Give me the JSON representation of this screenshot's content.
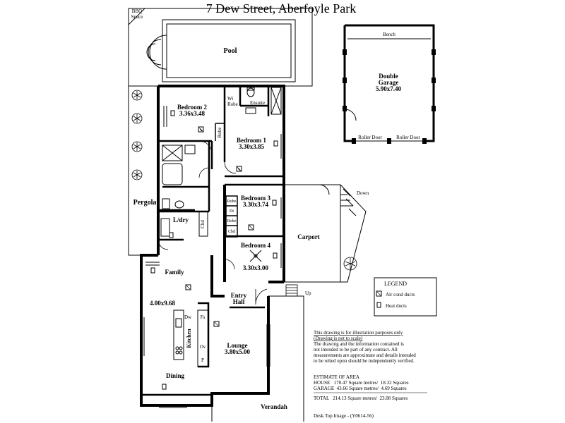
{
  "title": "7 Dew Street, Aberfoyle Park",
  "rooms": {
    "bbq": [
      "BBQ",
      "Space"
    ],
    "pool": "Pool",
    "pergola": "Pergola",
    "bedroom2": {
      "name": "Bedroom 2",
      "size": "3.36x3.48"
    },
    "wi_robe": [
      "Wi",
      "Robe"
    ],
    "ensuite": "Ensuite",
    "robe": "Robe",
    "bedroom1": {
      "name": "Bedroom 1",
      "size": "3.30x3.85"
    },
    "bedroom3": {
      "name": "Bedroom 3",
      "size": "3.30x3.74"
    },
    "robe_b3a": "Robe",
    "dt": "Dt",
    "robe_b3b": "Robe",
    "cbd_b3": "Cbd",
    "ldry": "L/dry",
    "cbd_ldry": "Cbd",
    "bedroom4": {
      "name": "Bedroom 4",
      "size": "3.30x3.00"
    },
    "family": "Family",
    "family_size": "4.00x9.68",
    "entry": [
      "Entry",
      "Hall"
    ],
    "dw": "Dw",
    "fs": "Fs",
    "kitchen": "Kitchen",
    "ov": "Ov",
    "p": "P",
    "lounge": {
      "name": "Lounge",
      "size": "3.80x5.00"
    },
    "dining": "Dining",
    "verandah": "Verandah",
    "carport": "Carport",
    "down": "Down",
    "up": "Up",
    "garage": {
      "name": [
        "Double",
        "Garage"
      ],
      "size": "5.90x7.40"
    },
    "bench": "Bench",
    "roller_door_1": "Roller Door",
    "roller_door_2": "Roller Door"
  },
  "legend": {
    "title": "LEGEND",
    "air_cond": "Air cond ducts",
    "heat": "Heat ducts"
  },
  "disclaimer": {
    "line1": "This drawing is for illustration purposes only",
    "line2": "(Drawing is not to scale)",
    "line3": "The drawing and the information contained is",
    "line4": "not intended to be part of any contract.  All",
    "line5": "measurements are approximate and details intended",
    "line6": "to be relied upon should be independently verified."
  },
  "area": {
    "heading": "ESTIMATE OF AREA",
    "house": "HOUSE   170.47 Square metres/  18.32 Squares",
    "garage": "GARAGE  43.66 Square metres/  4.69 Squares",
    "total": "TOTAL   214.13 Square metres/  23.08 Squares"
  },
  "footer": "Desk Top Image - (Y0614-56)"
}
